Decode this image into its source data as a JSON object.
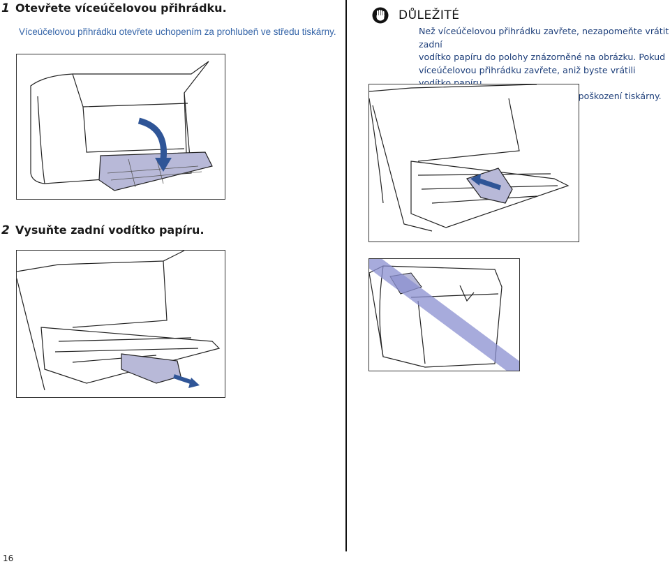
{
  "page_number": "16",
  "steps": [
    {
      "number": "1",
      "title": "Otevřete víceúčelovou přihrádku.",
      "description": "Víceúčelovou přihrádku otevřete uchopením za prohlubeň ve středu tiskárny."
    },
    {
      "number": "2",
      "title": "Vysuňte zadní vodítko papíru."
    }
  ],
  "important": {
    "title": "DŮLEŽITÉ",
    "lines": [
      "Než víceúčelovou přihrádku zavřete, nezapomeňte vrátit zadní",
      "vodítko papíru do polohy znázorněné na obrázku. Pokud",
      "víceúčelovou přihrádku zavřete, aniž byste vrátili vodítko papíru",
      "do znázorněné polohy, může dojít k poškození tiskárny."
    ]
  },
  "colors": {
    "accent": "#2f5597",
    "tray": "#b8b9d8",
    "cross": "#8a8fd0"
  },
  "icons": {
    "important": "stop-hand-icon"
  }
}
